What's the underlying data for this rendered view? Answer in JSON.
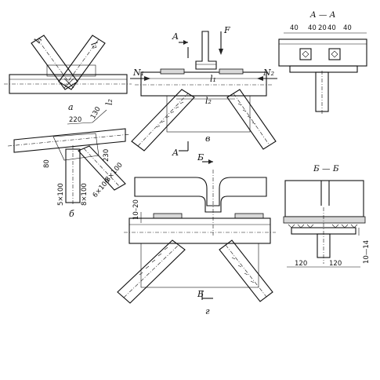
{
  "figures": {
    "a": {
      "label": "a",
      "weld_legs": [
        "l₁",
        "l₂",
        "l₂"
      ]
    },
    "b": {
      "label": "б",
      "dims": [
        "220",
        "130",
        "230",
        "80",
        "5×100",
        "8×100",
        "6×100",
        "8×100"
      ]
    },
    "v": {
      "label": "в",
      "section_mark": "A",
      "force_f": "F",
      "force_n1": "N₁",
      "force_n2": "N₂",
      "len_l1": "l₁",
      "len_l2": "l₂"
    },
    "aa": {
      "title": "A — A",
      "dims": [
        "40",
        "40",
        "20",
        "40",
        "40"
      ]
    },
    "g": {
      "label": "г",
      "section_mark": "Б",
      "dim_gap": "10–20"
    },
    "bb": {
      "title": "Б — Б",
      "dims": [
        "120",
        "120",
        "10—14"
      ]
    }
  }
}
